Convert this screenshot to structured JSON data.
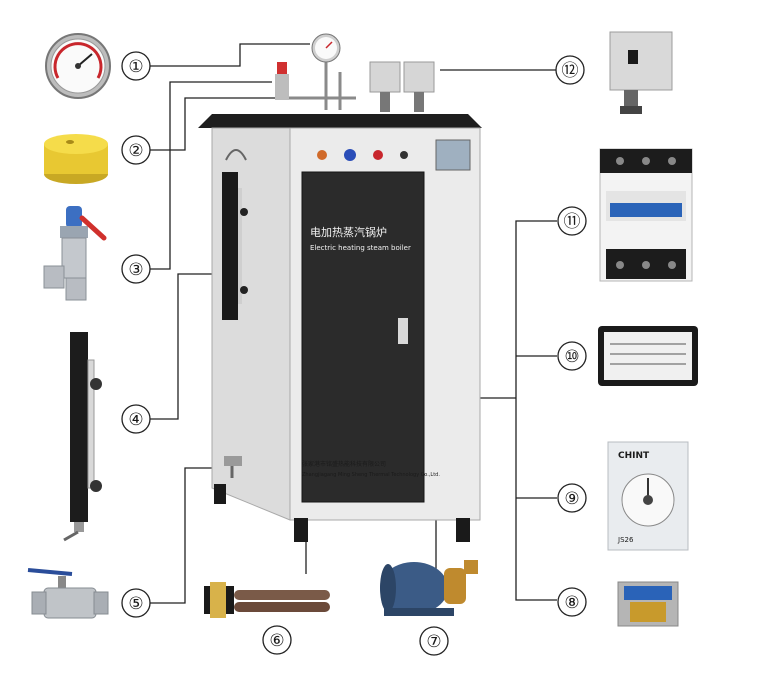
{
  "boiler": {
    "panel_title_cn": "电加热蒸汽锅炉",
    "panel_title_en": "Electric heating steam boiler",
    "company_cn": "张家港市铭盛热能科技有限公司",
    "company_en": "Zhangjiagang Ming Sheng Thermal Technology Co.,Ltd."
  },
  "callouts": [
    {
      "id": "1",
      "label": "①"
    },
    {
      "id": "2",
      "label": "②"
    },
    {
      "id": "3",
      "label": "③"
    },
    {
      "id": "4",
      "label": "④"
    },
    {
      "id": "5",
      "label": "⑤"
    },
    {
      "id": "6",
      "label": "⑥"
    },
    {
      "id": "7",
      "label": "⑦"
    },
    {
      "id": "8",
      "label": "⑧"
    },
    {
      "id": "9",
      "label": "⑨"
    },
    {
      "id": "10",
      "label": "⑩"
    },
    {
      "id": "11",
      "label": "⑪"
    },
    {
      "id": "12",
      "label": "⑫"
    }
  ],
  "timer": {
    "brand": "CHINT",
    "model": "JS26"
  },
  "colors": {
    "boiler_body": "#e6e6e6",
    "door_panel": "#2b2b2b",
    "callout_stroke": "#222222",
    "gauge_red": "#c8262c",
    "contactor_blue": "#2a63b8",
    "cake_yellow": "#f0d43a",
    "pump_blue": "#3b5b86"
  }
}
